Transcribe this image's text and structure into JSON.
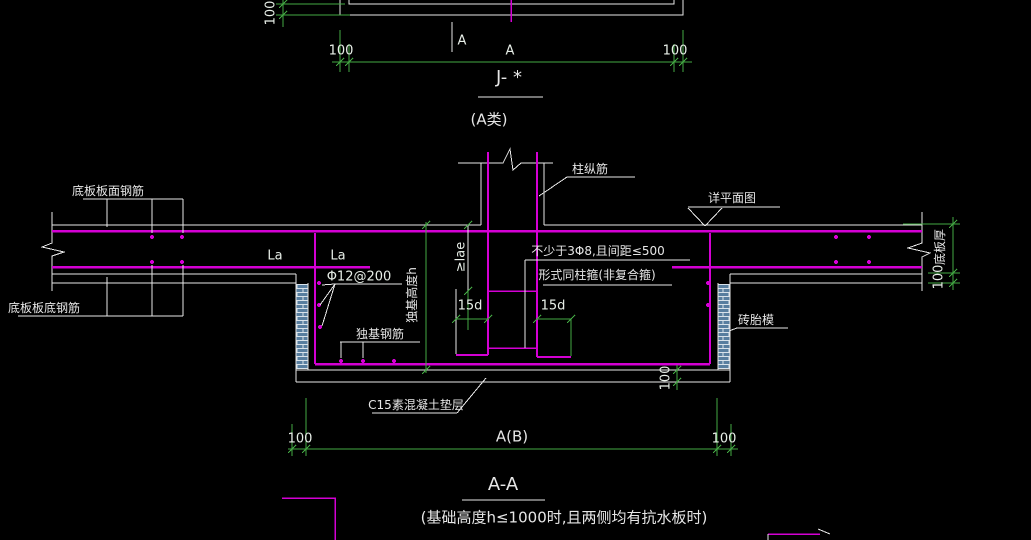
{
  "colors": {
    "background": "#000000",
    "linework_white": "#e8e8e8",
    "rebar_magenta": "#d400d4",
    "dimension_green": "#44aa44",
    "brick_blue": "#587e9f"
  },
  "plan": {
    "edge_offset_dim": "100",
    "width_dim_left": "100",
    "width_dim_right": "100",
    "cut_letter_1": "A",
    "cut_letter_2": "A",
    "title": "J- *",
    "type_label": "(A类)"
  },
  "section": {
    "slab_top_rebar_label": "底板板面钢筋",
    "slab_bottom_rebar_label": "底板板底钢筋",
    "column_bar_label": "柱纵筋",
    "see_plan_label": "详平面图",
    "la_left": "La",
    "la_right": "La",
    "slab_bar_spec": "Φ12@200",
    "footing_height_label": "独基高度h",
    "anchor_length_label": "≥lae",
    "hook_left_dim": "15d",
    "hook_right_dim": "15d",
    "stirrup_note_1": "不少于3Φ8,且间距≤500",
    "stirrup_note_2": "形式同柱箍(非复合箍)",
    "slab_thickness_label": "底板厚",
    "slab_cushion_dim": "100",
    "footing_rebar_label": "独基钢筋",
    "brick_formwork_label": "砖胎模",
    "pit_cushion_dim": "100",
    "cushion_label": "C15素混凝土垫层",
    "bottom_dim_left": "100",
    "bottom_dim_width": "A(B)",
    "bottom_dim_right": "100",
    "title": "A-A",
    "condition_note": "(基础高度h≤1000时,且两侧均有抗水板时)"
  }
}
